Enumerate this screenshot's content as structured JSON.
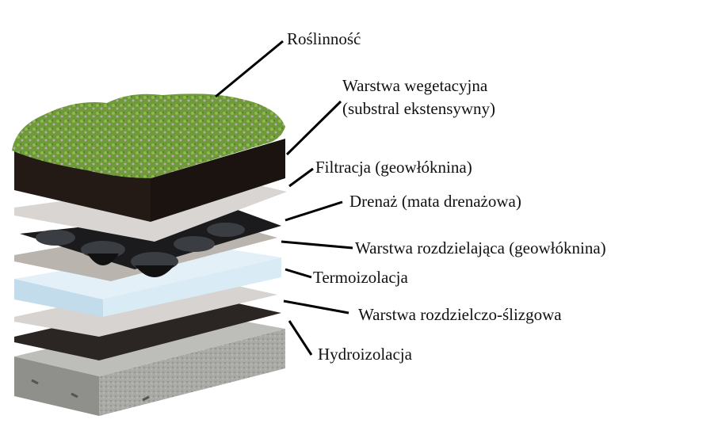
{
  "labels": {
    "vegetation": "Roślinność",
    "substrate_line1": "Warstwa wegetacyjna",
    "substrate_line2": "(substral ekstensywny)",
    "filtration": "Filtracja (geowłóknina)",
    "drainage": "Drenaż (mata drenażowa)",
    "separation": "Warstwa rozdzielająca (geowłóknina)",
    "thermal_insulation": "Termoizolacja",
    "slip_layer": "Warstwa rozdzielczo-ślizgowa",
    "waterproofing": "Hydroizolacja"
  },
  "colors": {
    "vegetation": "#6f9a3a",
    "soil": "#1e1612",
    "geotextile": "#cfcac4",
    "drainage": "#1b1b1d",
    "insulation": "#cfe3ef",
    "membrane": "#2b2624",
    "concrete": "#a9a9a6"
  }
}
